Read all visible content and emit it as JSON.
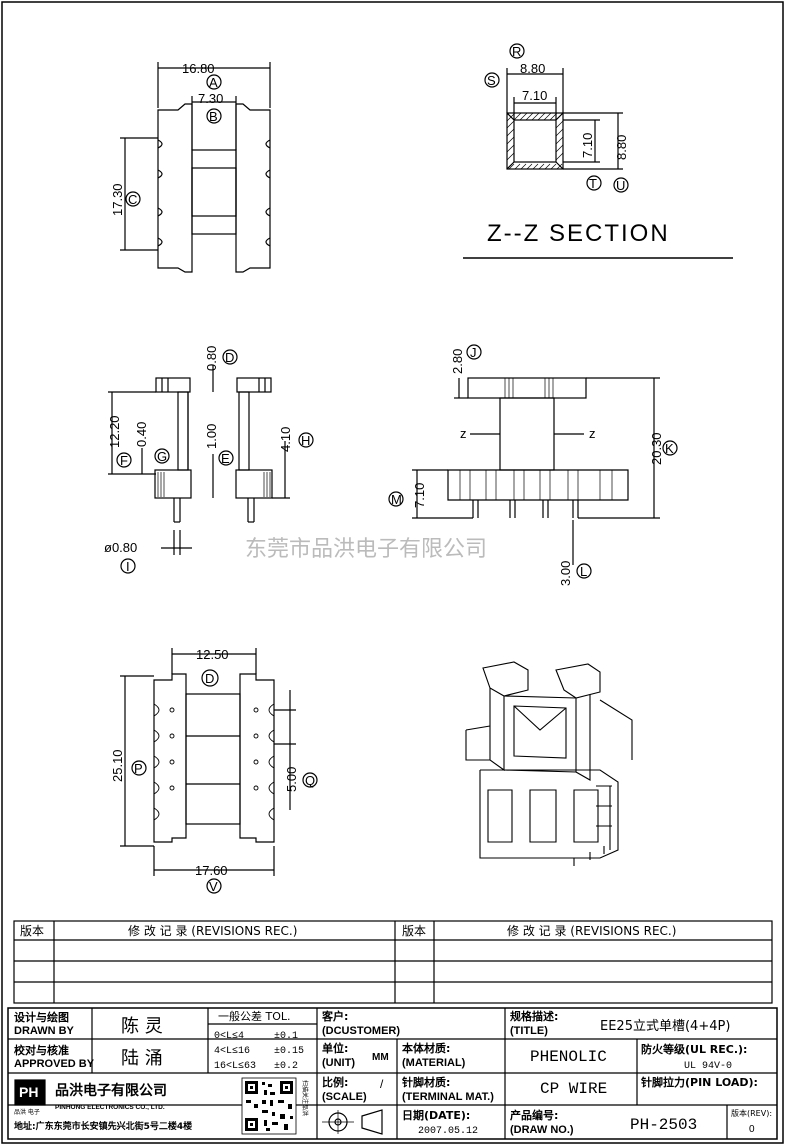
{
  "section_label": "Z--Z   SECTION",
  "watermark": "东莞市品洪电子有限公司",
  "dimensions": {
    "A": {
      "value": "16.80",
      "letter": "A"
    },
    "B": {
      "value": "7.30",
      "letter": "B"
    },
    "C": {
      "value": "17.30",
      "letter": "C"
    },
    "R": {
      "value": "8.80",
      "letter": "R"
    },
    "S": {
      "value": "7.10",
      "letter": "S"
    },
    "T": {
      "value": "7.10",
      "letter": "T"
    },
    "U": {
      "value": "8.80",
      "letter": "U"
    },
    "D": {
      "value": "0.80",
      "letter": "D"
    },
    "F": {
      "value": "12.20",
      "letter": "F"
    },
    "G": {
      "value": "0.40",
      "letter": "G"
    },
    "E": {
      "value": "1.00",
      "letter": "E"
    },
    "H": {
      "value": "4.10",
      "letter": "H"
    },
    "I": {
      "value": "ø0.80",
      "letter": "I"
    },
    "J": {
      "value": "2.80",
      "letter": "J"
    },
    "K": {
      "value": "20.30",
      "letter": "K"
    },
    "M": {
      "value": "7.10",
      "letter": "M"
    },
    "L": {
      "value": "3.00",
      "letter": "L"
    },
    "D2": {
      "value": "12.50",
      "letter": "D"
    },
    "P": {
      "value": "25.10",
      "letter": "P"
    },
    "Q": {
      "value": "5.00",
      "letter": "Q"
    },
    "V": {
      "value": "17.60",
      "letter": "V"
    },
    "z": "z"
  },
  "revisions": {
    "col_version": "版本",
    "col_record": "修 改 记 录 (REVISIONS REC.)",
    "col_version2": "版本",
    "col_record2": "修 改 记 录 (REVISIONS REC.)"
  },
  "title_block": {
    "designer_label_cn": "设计与绘图",
    "designer_label_en": "DRAWN BY",
    "designer": "陈 灵",
    "checker_label_cn": "校对与核准",
    "checker_label_en": "APPROVED BY",
    "checker": "陆 涌",
    "tol_title": "一般公差 TOL.",
    "tol_rows": [
      {
        "range": "0<L≤4",
        "tol": "±0.1"
      },
      {
        "range": "4<L≤16",
        "tol": "±0.15"
      },
      {
        "range": "16<L≤63",
        "tol": "±0.2"
      }
    ],
    "customer_label": "客户:",
    "customer_label_en": "(DCUSTOMER)",
    "spec_label": "规格描述:",
    "spec_label_en": "(TITLE)",
    "spec_value": "EE25立式单槽(4+4P)",
    "unit_label": "单位:",
    "unit_label_en": "(UNIT)",
    "unit_value": "MM",
    "material_label": "本体材质:",
    "material_label_en": "(MATERIAL)",
    "material_value": "PHENOLIC",
    "fire_label": "防火等级(UL REC.):",
    "fire_value": "UL 94V-0",
    "scale_label": "比例:",
    "scale_label_en": "(SCALE)",
    "scale_value": "/",
    "terminal_label": "针脚材质:",
    "terminal_label_en": "(TERMINAL MAT.)",
    "terminal_value": "CP WIRE",
    "pinload_label": "针脚拉力(PIN LOAD):",
    "date_label": "日期(DATE):",
    "date_value": "2007.05.12",
    "drawno_label": "产品编号:",
    "drawno_label_en": "(DRAW NO.)",
    "drawno_value": "PH-2503",
    "rev_label": "版本(REV):",
    "rev_value": "0",
    "company_cn": "品洪电子有限公司",
    "company_en": "PINHONG ELECTRONICS CO., LTD.",
    "logo_text": "PH",
    "logo_sub": "品洪 电子",
    "qr_caption": "扫描关注品洪",
    "address": "地址:广东东莞市长安镇先兴北街5号二楼4楼"
  }
}
